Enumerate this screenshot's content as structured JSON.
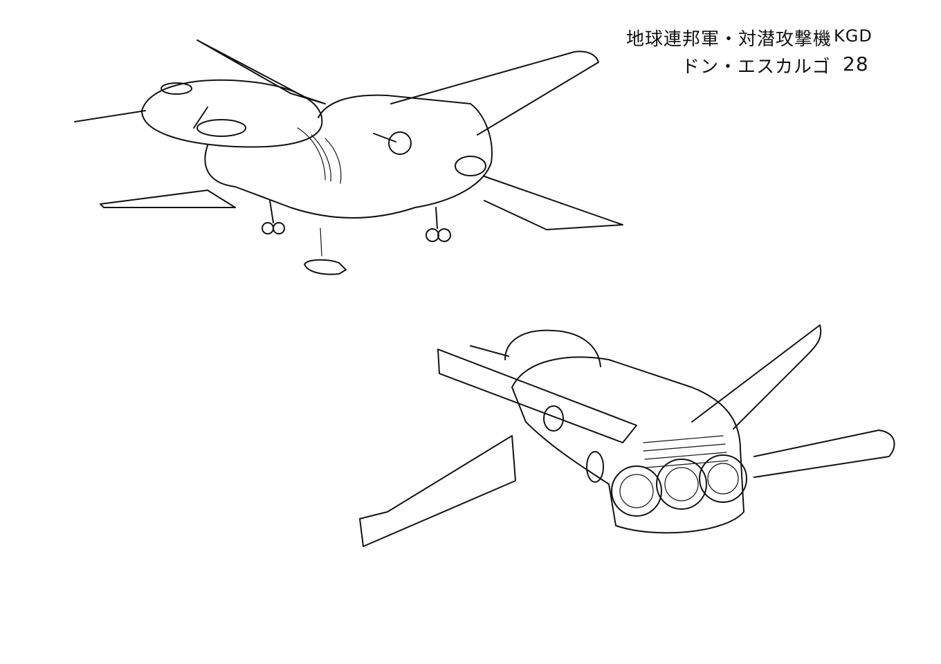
{
  "caption": {
    "title": "地球連邦軍・対潜攻撃機",
    "code": "KGD",
    "name": "ドン・エスカルゴ",
    "number": "28"
  }
}
